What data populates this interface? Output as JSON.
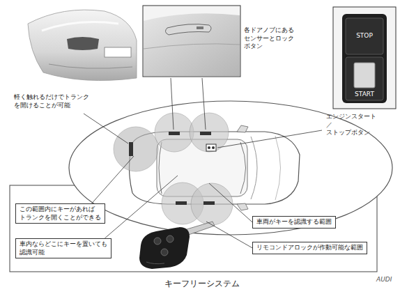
{
  "diagram": {
    "caption": "キーフリーシステム",
    "nodes": [
      {
        "text": [
          "この範囲内にキーがあれば トランクを開くことができる"
        ]
      },
      {
        "text": [
          "車内ならどこにキーを置いても 認識可能"
        ]
      },
      {
        "text": [
          "車両がキーを認識する範囲"
        ]
      },
      {
        "text": [
          "リモコンドアロックが作動可能な範囲"
        ]
      }
    ],
    "labels": [
      "軽く触れるだけでトランク を開けることが可能",
      "各ドアノブにある センサーとロック ボタン",
      "STOP",
      "START",
      "エンジンスタート／ ストップボタン",
      "AUDI"
    ]
  }
}
